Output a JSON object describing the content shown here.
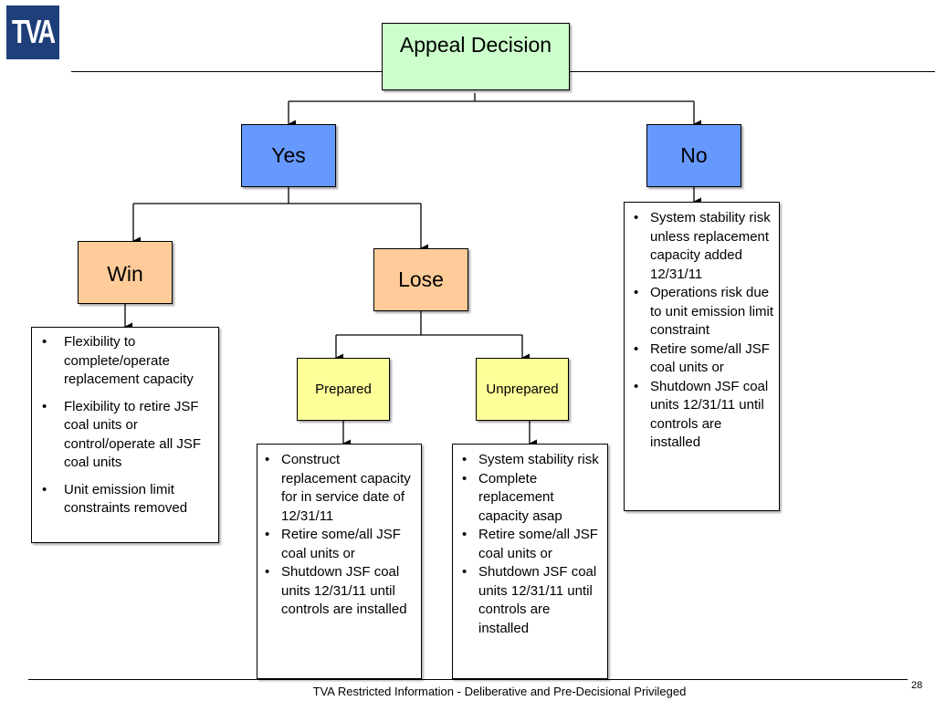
{
  "logo": {
    "text": "TVA",
    "color": "#1f3f7a"
  },
  "decision": {
    "label": "Appeal Decision",
    "color": "#ccffcc"
  },
  "yes": {
    "label": "Yes",
    "color": "#6699ff"
  },
  "no": {
    "label": "No",
    "bullets": [
      "System stability risk unless replacement capacity added 12/31/11",
      "Operations risk due to unit emission limit constraint",
      "Retire some/all JSF coal units or",
      "Shutdown JSF coal units 12/31/11 until controls are installed"
    ]
  },
  "win": {
    "label": "Win",
    "color": "#ffcc99",
    "bullets": [
      "Flexibility to complete/operate replacement capacity",
      "Flexibility to retire JSF coal units or control/operate all JSF coal units",
      "Unit emission limit constraints removed"
    ]
  },
  "lose": {
    "label": "Lose"
  },
  "prepared": {
    "label": "Prepared",
    "color": "#ffff99",
    "bullets": [
      "Construct replacement capacity for in service date of 12/31/11",
      "Retire some/all JSF coal units or",
      "Shutdown JSF coal units 12/31/11 until controls are installed"
    ]
  },
  "unprepared": {
    "label": "Unprepared",
    "bullets": [
      "System stability risk",
      "Complete replacement capacity asap",
      "Retire some/all JSF coal units or",
      "Shutdown JSF coal units 12/31/11 until controls are installed"
    ]
  },
  "footer": {
    "text": "TVA Restricted Information - Deliberative and Pre-Decisional Privileged",
    "page_number": "28"
  }
}
